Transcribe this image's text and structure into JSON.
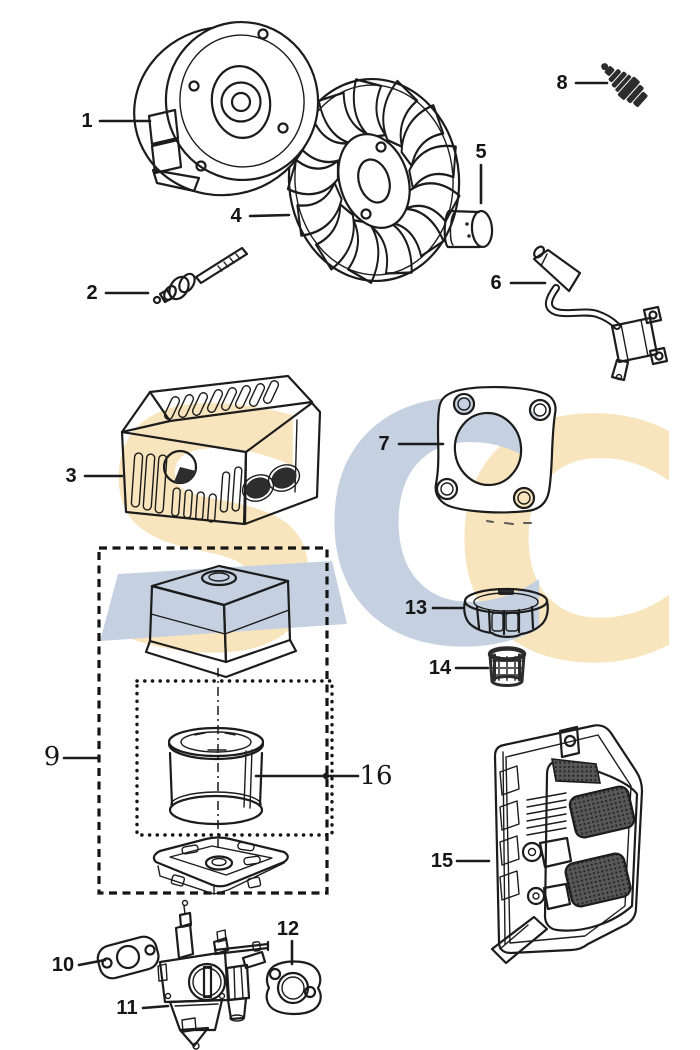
{
  "diagram": {
    "type": "engine-exploded-parts-diagram",
    "background_color": "#ffffff",
    "line_color": "#1c1c1c",
    "watermark": {
      "letter_s": "S",
      "letter_c": "C",
      "letter_c2": "C",
      "yellow_color": "#f8e5bd",
      "blue_color": "#c5d1e0"
    },
    "callouts": [
      {
        "number": "1"
      },
      {
        "number": "2"
      },
      {
        "number": "3"
      },
      {
        "number": "4"
      },
      {
        "number": "5"
      },
      {
        "number": "6"
      },
      {
        "number": "7"
      },
      {
        "number": "8"
      },
      {
        "number": "9"
      },
      {
        "number": "10"
      },
      {
        "number": "11"
      },
      {
        "number": "12"
      },
      {
        "number": "13"
      },
      {
        "number": "14"
      },
      {
        "number": "15"
      },
      {
        "number": "16"
      }
    ]
  }
}
